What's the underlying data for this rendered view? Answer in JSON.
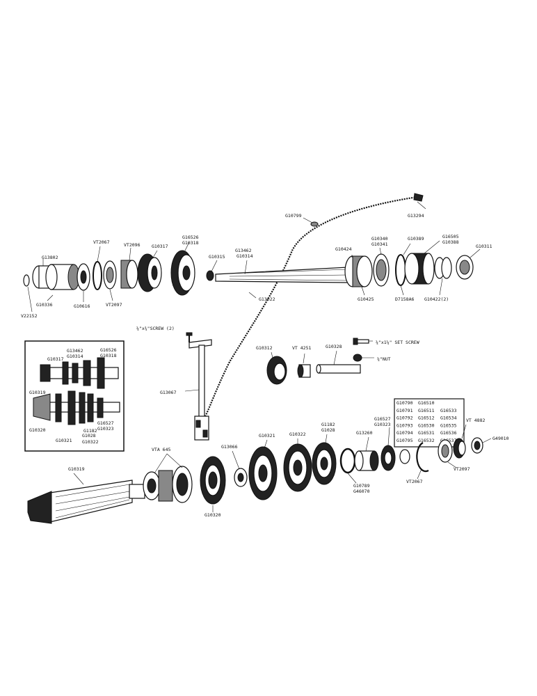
{
  "labels": {
    "g13294": "G13294",
    "g10799": "G10799",
    "g13802": "G13802",
    "vt2067_top": "VT2067",
    "vt2096": "VT2096",
    "g10317": "G10317",
    "g16526": "G16526",
    "g10318": "G10318",
    "g10315": "G10315",
    "g13462": "G13462",
    "g10314": "G10314",
    "g10424": "G10424",
    "g10340": "G10340",
    "g10341": "G10341",
    "g10389": "G10389",
    "g16505": "G16505",
    "g10388": "G10388",
    "g10311": "G10311",
    "v22152": "V22152",
    "g10336": "G10336",
    "g10616": "G10616",
    "vt2097_top": "VT2097",
    "g13022": "G13022",
    "g10425": "G10425",
    "d7158a6": "D7158A6",
    "g10422": "G10422(2)",
    "screw_quarter": "¼\"x¾\"SCREW (2)",
    "g10312": "G10312",
    "vt4251": "VT 4251",
    "g10328": "G10328",
    "set_screw": "¼\"x1¼\" SET SCREW",
    "nut": "¼\"NUT",
    "g13067": "G13067",
    "inset_g13462": "G13462",
    "inset_g10314": "G10314",
    "inset_g16526": "G16526",
    "inset_g10318": "G10318",
    "inset_g10317": "G10317",
    "inset_g10319": "G10319",
    "inset_g10320": "G10320",
    "inset_g10321": "G10321",
    "inset_g1182": "G1182",
    "inset_g1028": "G1028",
    "inset_g10322": "G10322",
    "inset_g16527": "G16527",
    "inset_g10323": "G10323",
    "vta645": "VTA 645",
    "g13066": "G13066",
    "g10321": "G10321",
    "g10322": "G10322",
    "g1182": "G1182",
    "g1028": "G1028",
    "g16527": "G16527",
    "g10323": "G10323",
    "g13260": "G13260",
    "vt4882": "VT 4882",
    "g49010": "G49010",
    "g10319": "G10319",
    "g10320": "G10320",
    "g10789": "G10789",
    "g46070": "G46070",
    "vt2067_bottom": "VT2067",
    "vt2097_bottom": "VT2097"
  },
  "shim_table": [
    [
      "G10790",
      "G16510",
      ""
    ],
    [
      "G10791",
      "G16511",
      "G16533"
    ],
    [
      "G10792",
      "G16512",
      "G16534"
    ],
    [
      "G10793",
      "G16530",
      "G16535"
    ],
    [
      "G10794",
      "G16531",
      "G16536"
    ],
    [
      "G10795",
      "G16532",
      "G16537"
    ]
  ]
}
